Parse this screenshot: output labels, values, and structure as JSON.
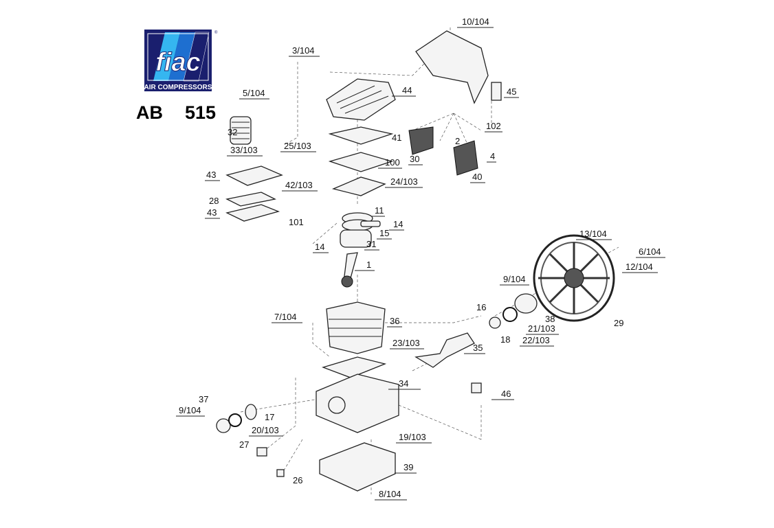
{
  "brand": {
    "logo_text": "fiac",
    "logo_subtitle": "AIR COMPRESSORS",
    "registered_mark": "®",
    "colors": {
      "navy": "#1a1f6e",
      "blue": "#1e6fd0",
      "light_blue": "#35b6f0"
    }
  },
  "model": {
    "series": "AB",
    "number": "515"
  },
  "labels": [
    "10/104",
    "3/104",
    "5/104",
    "44",
    "45",
    "32",
    "33/103",
    "25/103",
    "41",
    "2",
    "102",
    "30",
    "100",
    "4",
    "40",
    "24/103",
    "43",
    "42/103",
    "28",
    "43",
    "11",
    "101",
    "14",
    "15",
    "14",
    "31",
    "13/104",
    "6/104",
    "12/104",
    "1",
    "9/104",
    "16",
    "7/104",
    "36",
    "38",
    "21/103",
    "29",
    "18",
    "22/103",
    "23/103",
    "35",
    "34",
    "46",
    "37",
    "9/104",
    "17",
    "20/103",
    "19/103",
    "27",
    "39",
    "26",
    "8/104"
  ]
}
